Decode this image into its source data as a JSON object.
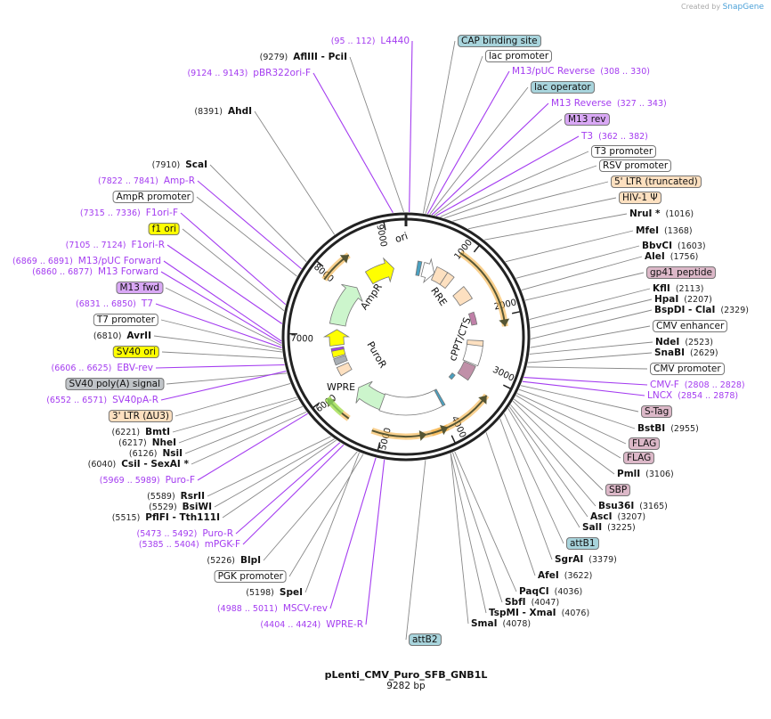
{
  "credit": {
    "text": "Created by",
    "brand": "SnapGene"
  },
  "plasmid": {
    "name": "pLenti_CMV_Puro_SFB_GNB1L",
    "length": "9282 bp"
  },
  "ticks": [
    "1000",
    "2000",
    "3000",
    "4000",
    "5000",
    "6000",
    "7000",
    "8000",
    "9000"
  ],
  "inner_features": [
    {
      "label": "ori",
      "color": "#ffff00"
    },
    {
      "label": "AmpR",
      "color": "#ccf5cc"
    },
    {
      "label": "PuroR",
      "color": "#ccf5cc"
    },
    {
      "label": "WPRE",
      "color": "#ffffff"
    },
    {
      "label": "cPPT/CTS",
      "color": "#ffffff"
    },
    {
      "label": "RRE",
      "color": "#fde0c0"
    }
  ],
  "colors": {
    "orf_arrow": "#f5b042",
    "primer": "#a43cf0",
    "line": "#777777"
  },
  "labels": [
    {
      "type": "primer",
      "name": "L4440",
      "pos": "(95 .. 112)"
    },
    {
      "type": "feature",
      "name": "CAP binding site",
      "color": "#a8d4dc"
    },
    {
      "type": "enzyme",
      "name": "AflIII  - PciI",
      "pos": "(9279)"
    },
    {
      "type": "feature",
      "name": "lac promoter",
      "color": "#ffffff"
    },
    {
      "type": "primer",
      "name": "pBR322ori-F",
      "pos": "(9124 .. 9143)"
    },
    {
      "type": "primer",
      "name": "M13/pUC Reverse",
      "pos": "(308 .. 330)"
    },
    {
      "type": "feature",
      "name": "lac operator",
      "color": "#a8d4dc"
    },
    {
      "type": "enzyme",
      "name": "AhdI",
      "pos": "(8391)"
    },
    {
      "type": "primer",
      "name": "M13 Reverse",
      "pos": "(327 .. 343)"
    },
    {
      "type": "feature",
      "name": "M13 rev",
      "color": "#d9a8f5"
    },
    {
      "type": "primer",
      "name": "T3",
      "pos": "(362 .. 382)"
    },
    {
      "type": "feature",
      "name": "T3 promoter",
      "color": "#ffffff"
    },
    {
      "type": "enzyme",
      "name": "ScaI",
      "pos": "(7910)"
    },
    {
      "type": "feature",
      "name": "RSV promoter",
      "color": "#ffffff"
    },
    {
      "type": "primer",
      "name": "Amp-R",
      "pos": "(7822 .. 7841)"
    },
    {
      "type": "feature",
      "name": "5' LTR (truncated)",
      "color": "#fde0c0"
    },
    {
      "type": "feature",
      "name": "AmpR promoter",
      "color": "#ffffff"
    },
    {
      "type": "feature",
      "name": "HIV-1 Ψ",
      "color": "#fde0c0"
    },
    {
      "type": "primer",
      "name": "F1ori-F",
      "pos": "(7315 .. 7336)"
    },
    {
      "type": "enzyme",
      "name": "NruI *",
      "pos": "(1016)"
    },
    {
      "type": "feature",
      "name": "f1 ori",
      "color": "#ffff00"
    },
    {
      "type": "enzyme",
      "name": "MfeI",
      "pos": "(1368)"
    },
    {
      "type": "primer",
      "name": "F1ori-R",
      "pos": "(7105 .. 7124)"
    },
    {
      "type": "enzyme",
      "name": "BbvCI",
      "pos": "(1603)"
    },
    {
      "type": "primer",
      "name": "M13/pUC Forward",
      "pos": "(6869 .. 6891)"
    },
    {
      "type": "enzyme",
      "name": "AleI",
      "pos": "(1756)"
    },
    {
      "type": "primer",
      "name": "M13 Forward",
      "pos": "(6860 .. 6877)"
    },
    {
      "type": "feature",
      "name": "gp41 peptide",
      "color": "#dcb8c8"
    },
    {
      "type": "feature",
      "name": "M13 fwd",
      "color": "#d9a8f5"
    },
    {
      "type": "enzyme",
      "name": "KflI",
      "pos": "(2113)"
    },
    {
      "type": "primer",
      "name": "T7",
      "pos": "(6831 .. 6850)"
    },
    {
      "type": "enzyme",
      "name": "HpaI",
      "pos": "(2207)"
    },
    {
      "type": "enzyme",
      "name": "BspDI  - ClaI",
      "pos": "(2329)"
    },
    {
      "type": "feature",
      "name": "T7 promoter",
      "color": "#ffffff"
    },
    {
      "type": "feature",
      "name": "CMV enhancer",
      "color": "#ffffff"
    },
    {
      "type": "enzyme",
      "name": "AvrII",
      "pos": "(6810)"
    },
    {
      "type": "enzyme",
      "name": "NdeI",
      "pos": "(2523)"
    },
    {
      "type": "feature",
      "name": "SV40 ori",
      "color": "#ffff00"
    },
    {
      "type": "enzyme",
      "name": "SnaBI",
      "pos": "(2629)"
    },
    {
      "type": "primer",
      "name": "EBV-rev",
      "pos": "(6606 .. 6625)"
    },
    {
      "type": "feature",
      "name": "CMV promoter",
      "color": "#ffffff"
    },
    {
      "type": "feature",
      "name": "SV40 poly(A) signal",
      "color": "#c0c4c8"
    },
    {
      "type": "primer",
      "name": "CMV-F",
      "pos": "(2808 .. 2828)"
    },
    {
      "type": "primer",
      "name": "LNCX",
      "pos": "(2854 .. 2878)"
    },
    {
      "type": "primer",
      "name": "SV40pA-R",
      "pos": "(6552 .. 6571)"
    },
    {
      "type": "feature",
      "name": "S-Tag",
      "color": "#dcb8c8"
    },
    {
      "type": "feature",
      "name": "3' LTR (ΔU3)",
      "color": "#fde0c0"
    },
    {
      "type": "enzyme",
      "name": "BstBI",
      "pos": "(2955)"
    },
    {
      "type": "enzyme",
      "name": "BmtI",
      "pos": "(6221)"
    },
    {
      "type": "enzyme",
      "name": "NheI",
      "pos": "(6217)"
    },
    {
      "type": "feature",
      "name": "FLAG",
      "color": "#dcb8c8"
    },
    {
      "type": "enzyme",
      "name": "NsiI",
      "pos": "(6126)"
    },
    {
      "type": "feature",
      "name": "FLAG",
      "color": "#dcb8c8"
    },
    {
      "type": "enzyme",
      "name": "CsiI  - SexAI *",
      "pos": "(6040)"
    },
    {
      "type": "enzyme",
      "name": "PmlI",
      "pos": "(3106)"
    },
    {
      "type": "primer",
      "name": "Puro-F",
      "pos": "(5969 .. 5989)"
    },
    {
      "type": "feature",
      "name": "SBP",
      "color": "#dcb8c8"
    },
    {
      "type": "enzyme",
      "name": "RsrII",
      "pos": "(5589)"
    },
    {
      "type": "enzyme",
      "name": "Bsu36I",
      "pos": "(3165)"
    },
    {
      "type": "enzyme",
      "name": "BsiWI",
      "pos": "(5529)"
    },
    {
      "type": "enzyme",
      "name": "PflFI  - Tth111I",
      "pos": "(5515)"
    },
    {
      "type": "enzyme",
      "name": "AscI",
      "pos": "(3207)"
    },
    {
      "type": "enzyme",
      "name": "SalI",
      "pos": "(3225)"
    },
    {
      "type": "primer",
      "name": "Puro-R",
      "pos": "(5473 .. 5492)"
    },
    {
      "type": "primer",
      "name": "mPGK-F",
      "pos": "(5385 .. 5404)"
    },
    {
      "type": "feature",
      "name": "attB1",
      "color": "#a8d4dc"
    },
    {
      "type": "enzyme",
      "name": "SgrAI",
      "pos": "(3379)"
    },
    {
      "type": "enzyme",
      "name": "BlpI",
      "pos": "(5226)"
    },
    {
      "type": "feature",
      "name": "PGK promoter",
      "color": "#ffffff"
    },
    {
      "type": "enzyme",
      "name": "AfeI",
      "pos": "(3622)"
    },
    {
      "type": "enzyme",
      "name": "PaqCI",
      "pos": "(4036)"
    },
    {
      "type": "enzyme",
      "name": "SpeI",
      "pos": "(5198)"
    },
    {
      "type": "enzyme",
      "name": "SbfI",
      "pos": "(4047)"
    },
    {
      "type": "enzyme",
      "name": "TspMI  - XmaI",
      "pos": "(4076)"
    },
    {
      "type": "primer",
      "name": "MSCV-rev",
      "pos": "(4988 .. 5011)"
    },
    {
      "type": "enzyme",
      "name": "SmaI",
      "pos": "(4078)"
    },
    {
      "type": "primer",
      "name": "WPRE-R",
      "pos": "(4404 .. 4424)"
    },
    {
      "type": "feature",
      "name": "attB2",
      "color": "#a8d4dc"
    }
  ]
}
